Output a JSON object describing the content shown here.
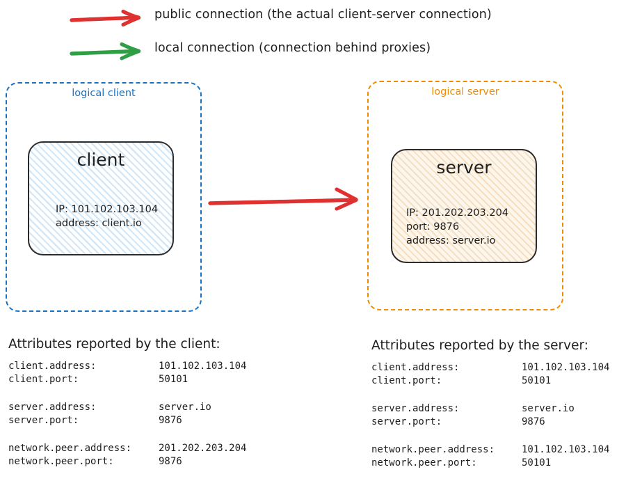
{
  "legend": {
    "items": [
      {
        "arrow_icon": "red-right-arrow-icon",
        "color": "#e03131",
        "label": "public connection (the actual client-server connection)"
      },
      {
        "arrow_icon": "green-right-arrow-icon",
        "color": "#2f9e44",
        "label": "local connection (connection behind proxies)"
      }
    ]
  },
  "diagram": {
    "main_arrow": {
      "icon": "red-right-arrow-icon",
      "color": "#e03131",
      "from": "logical client",
      "to": "logical server"
    },
    "client_group": {
      "title": "logical client",
      "border_color": "#1971c2",
      "node": {
        "title": "client",
        "lines": [
          "IP: 101.102.103.104",
          "address: client.io"
        ],
        "fill_color": "#d2e7f8"
      }
    },
    "server_group": {
      "title": "logical server",
      "border_color": "#f08c00",
      "node": {
        "title": "server",
        "lines": [
          "IP: 201.202.203.204",
          "port: 9876",
          "address: server.io"
        ],
        "fill_color": "#f6dfc0"
      }
    }
  },
  "attributes": {
    "client": {
      "heading": "Attributes reported by the client:",
      "groups": [
        [
          {
            "key": "client.address:",
            "value": "101.102.103.104"
          },
          {
            "key": "client.port:",
            "value": "50101"
          }
        ],
        [
          {
            "key": "server.address:",
            "value": "server.io"
          },
          {
            "key": "server.port:",
            "value": "9876"
          }
        ],
        [
          {
            "key": "network.peer.address:",
            "value": "201.202.203.204"
          },
          {
            "key": "network.peer.port:",
            "value": "9876"
          }
        ]
      ]
    },
    "server": {
      "heading": "Attributes reported by the server:",
      "groups": [
        [
          {
            "key": "client.address:",
            "value": "101.102.103.104"
          },
          {
            "key": "client.port:",
            "value": "50101"
          }
        ],
        [
          {
            "key": "server.address:",
            "value": "server.io"
          },
          {
            "key": "server.port:",
            "value": "9876"
          }
        ],
        [
          {
            "key": "network.peer.address:",
            "value": "101.102.103.104"
          },
          {
            "key": "network.peer.port:",
            "value": "50101"
          }
        ]
      ]
    }
  }
}
